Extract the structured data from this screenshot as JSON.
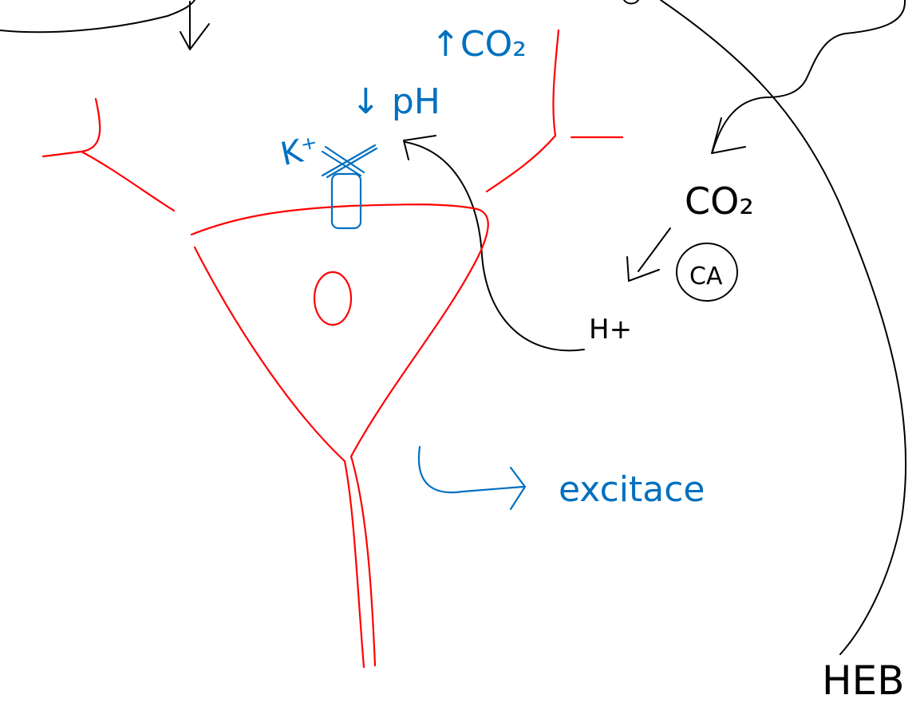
{
  "colors": {
    "neuron": "#ff0000",
    "channel_annotation": "#0070c0",
    "pathway": "#000000",
    "background": "#ffffff"
  },
  "labels": {
    "co2_increase": "↑CO₂",
    "ph_decrease": "↓ pH",
    "potassium": "K⁺",
    "co2": "CO₂",
    "carbonic_anhydrase": "CA",
    "proton": "H+",
    "excitation": "excitace",
    "blood_brain_barrier": "HEB"
  },
  "icons": {
    "channel": "ion-channel-icon",
    "blocked": "blocked-cross-icon"
  }
}
